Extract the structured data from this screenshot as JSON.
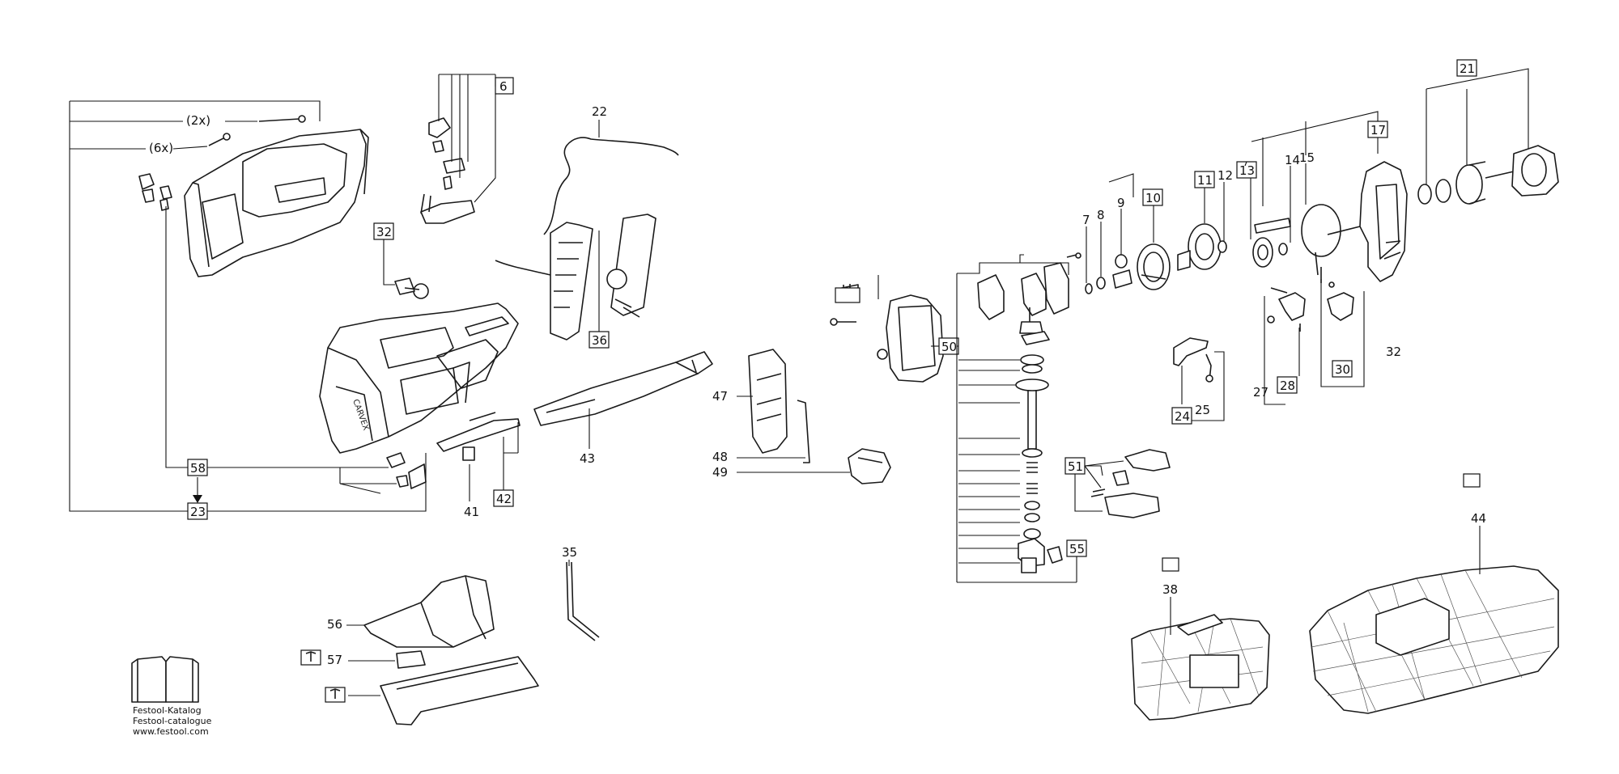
{
  "callouts": {
    "c2x": "(2x)",
    "c6x": "(6x)",
    "p6": "6",
    "p22": "22",
    "p32a": "32",
    "p36": "36",
    "p58": "58",
    "p23": "23",
    "p41": "41",
    "p42": "42",
    "p43": "43",
    "p47": "47",
    "p48": "48",
    "p49": "49",
    "p35": "35",
    "p56": "56",
    "p57": "57",
    "p50": "50",
    "p51": "51",
    "p55": "55",
    "p7": "7",
    "p8": "8",
    "p9": "9",
    "p10": "10",
    "p11": "11",
    "p12": "12",
    "p13": "13",
    "p14": "14",
    "p15": "15",
    "p17": "17",
    "p21": "21",
    "p24": "24",
    "p25": "25",
    "p27": "27",
    "p28": "28",
    "p30": "30",
    "p32b": "32",
    "p38": "38",
    "p44": "44"
  },
  "catalog": {
    "line1": "Festool-Katalog",
    "line2": "Festool-catalogue",
    "line3": "www.festool.com"
  },
  "tool": {
    "brand_mark": "CARVEX"
  }
}
